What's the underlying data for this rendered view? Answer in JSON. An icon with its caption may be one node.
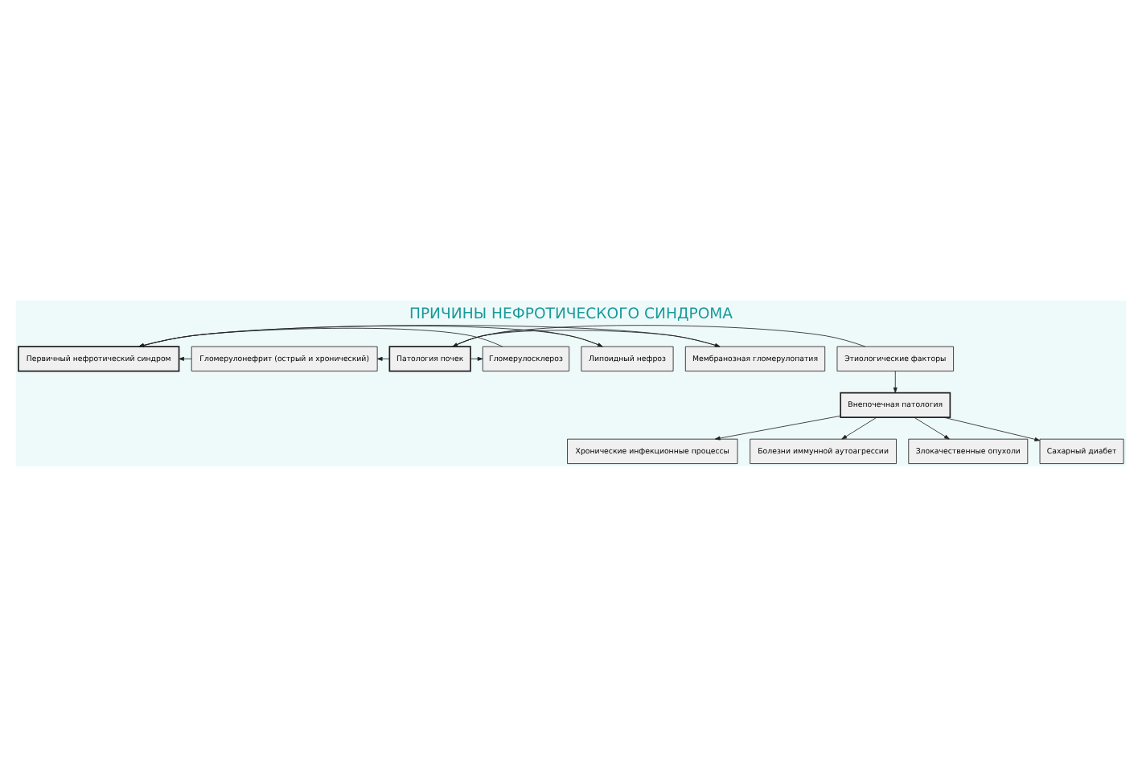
{
  "diagram": {
    "title": "ПРИЧИНЫ НЕФРОТИЧЕСКОГО СИНДРОМА",
    "nodes": [
      {
        "text": [
          "Первичный нефротический синдром"
        ]
      },
      {
        "text": [
          "Гломерулонефрит (острый и хронический)"
        ]
      },
      {
        "text": [
          "Гломерулосклероз"
        ]
      },
      {
        "text": [
          "Липоидный нефроз"
        ]
      },
      {
        "text": [
          "Мембранозная гломерулопатия"
        ]
      },
      {
        "text": [
          "Патология почек"
        ]
      },
      {
        "text": [
          "Этиологические факторы"
        ]
      },
      {
        "text": [
          "Внепочечная патология"
        ]
      },
      {
        "text": [
          "Хронические инфекционные процессы"
        ]
      },
      {
        "text": [
          "Болезни иммунной аутоагрессии"
        ]
      },
      {
        "text": [
          "Злокачественные опухоли"
        ]
      },
      {
        "text": [
          "Сахарный диабет"
        ]
      }
    ],
    "edges": [
      {
        "from": 1,
        "to": 0,
        "arrow": "to"
      },
      {
        "from": 2,
        "to": 0,
        "arrow": "to"
      },
      {
        "from": 3,
        "to": 0,
        "arrow": "to"
      },
      {
        "from": 4,
        "to": 0,
        "arrow": "to"
      },
      {
        "from": 5,
        "to": 1,
        "arrow": "to"
      },
      {
        "from": 5,
        "to": 2,
        "arrow": "to"
      },
      {
        "from": 5,
        "to": 3,
        "arrow": "to"
      },
      {
        "from": 5,
        "to": 4,
        "arrow": "to"
      },
      {
        "from": 6,
        "to": 5,
        "arrow": "to"
      },
      {
        "from": 6,
        "to": 7,
        "arrow": "to"
      },
      {
        "from": 7,
        "to": 8,
        "arrow": "to"
      },
      {
        "from": 7,
        "to": 9,
        "arrow": "to"
      },
      {
        "from": 7,
        "to": 10,
        "arrow": "to"
      },
      {
        "from": 7,
        "to": 11,
        "arrow": "to"
      }
    ]
  }
}
